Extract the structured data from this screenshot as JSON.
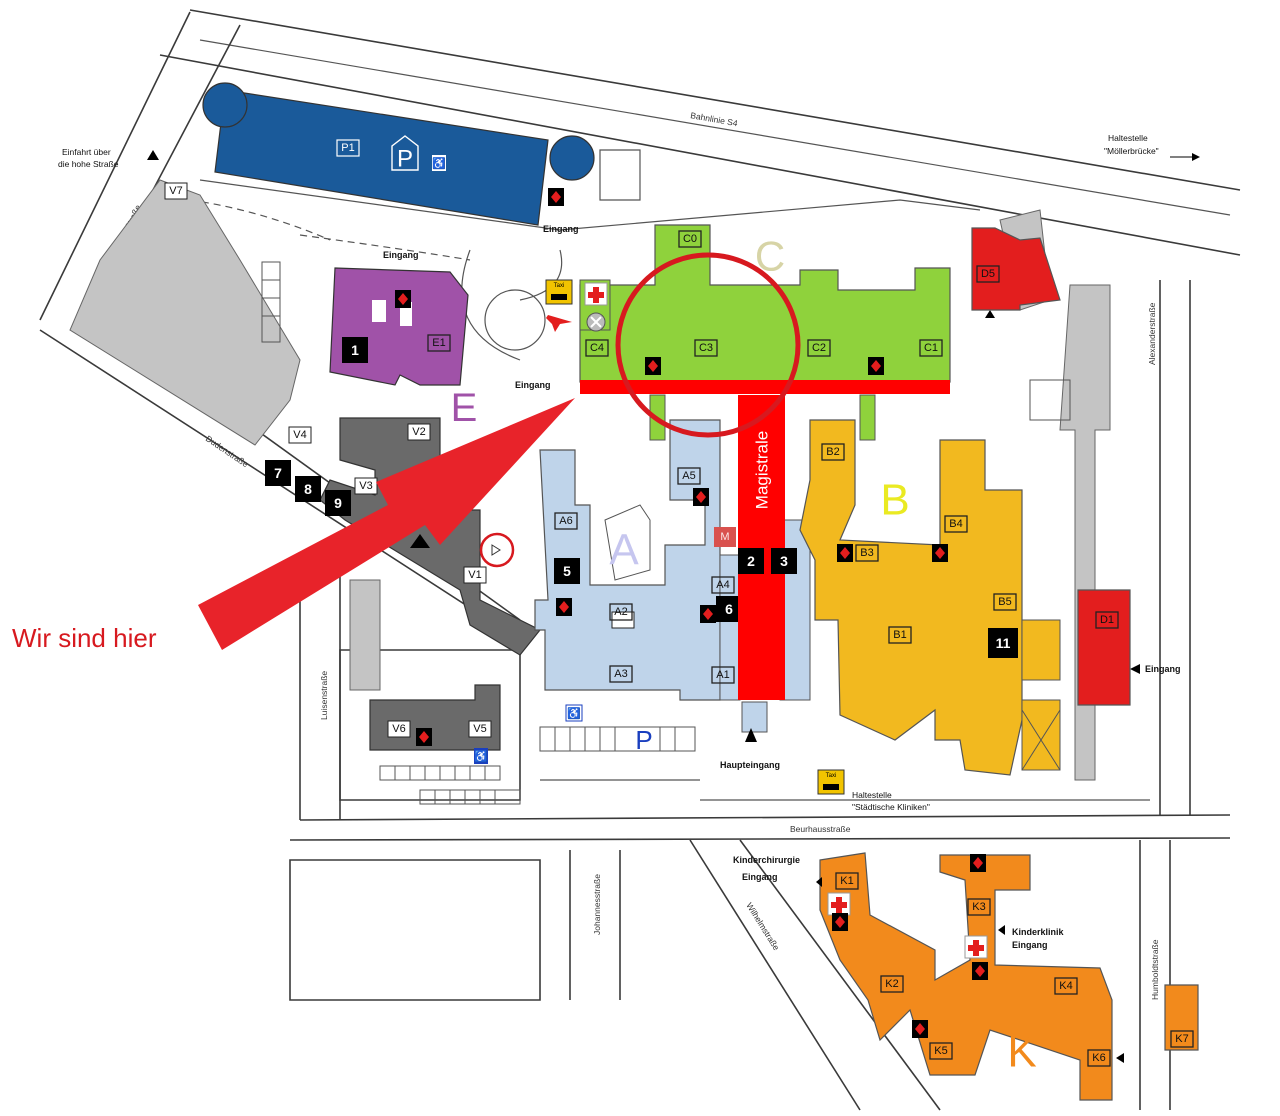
{
  "here_label": "Wir sind hier",
  "street_names": {
    "bahnlinie": "Bahnlinie S4",
    "hohe": "Hohe Straße",
    "duden": "Dudenstraße",
    "luisen": "Luisenstraße",
    "johannes": "Johannesstraße",
    "wilhelm": "Wilhelmstraße",
    "beurhaus": "Beurhausstraße",
    "alexander": "Alexanderstraße",
    "humboldt": "Humboldtstraße"
  },
  "notes": {
    "einfahrt_1": "Einfahrt über",
    "einfahrt_2": "die hohe Straße",
    "haltestelle_1": "Haltestelle",
    "haltestelle_2": "\"Möllerbrücke\"",
    "eingang": "Eingang",
    "haupteingang": "Haupteingang",
    "halt_staedt_1": "Haltestelle",
    "halt_staedt_2": "\"Städtische Kliniken\"",
    "kinderchirurgie_1": "Kinderchirurgie",
    "kinderchirurgie_2": "Eingang",
    "kinderklinik_1": "Kinderklinik",
    "kinderklinik_2": "Eingang",
    "taxi": "Taxi"
  },
  "zone_letters": {
    "a": "A",
    "b": "B",
    "c": "C",
    "e": "E",
    "k": "K"
  },
  "corridor_label": "Magistrale",
  "building_labels": {
    "p1": "P1",
    "p_big": "P",
    "p_small": "P",
    "c0": "C0",
    "c1": "C1",
    "c2": "C2",
    "c3": "C3",
    "c4": "C4",
    "d1": "D1",
    "d5": "D5",
    "e1": "E1",
    "v1": "V1",
    "v2": "V2",
    "v3": "V3",
    "v4": "V4",
    "v5": "V5",
    "v6": "V6",
    "v7": "V7",
    "a1": "A1",
    "a2": "A2",
    "a3": "A3",
    "a4": "A4",
    "a5": "A5",
    "a6": "A6",
    "b1": "B1",
    "b2": "B2",
    "b3": "B3",
    "b4": "B4",
    "b5": "B5",
    "k1": "K1",
    "k2": "K2",
    "k3": "K3",
    "k4": "K4",
    "k5": "K5",
    "k6": "K6",
    "k7": "K7",
    "m": "M"
  },
  "numbers": {
    "n1": "1",
    "n2": "2",
    "n3": "3",
    "n5": "5",
    "n6": "6",
    "n7": "7",
    "n8": "8",
    "n9": "9",
    "n11": "11"
  },
  "colors": {
    "parking": "#1a5a9a",
    "zone_a": "#bfd4ea",
    "zone_b": "#f2b91f",
    "zone_c": "#8fd23c",
    "zone_d": "#e31e1e",
    "zone_e": "#a052a8",
    "zone_k": "#f28a1c",
    "zone_v": "#6a6a6a",
    "residential": "#c4c4c4",
    "magistrale": "#ff0000",
    "highlight": "#d7191f"
  }
}
